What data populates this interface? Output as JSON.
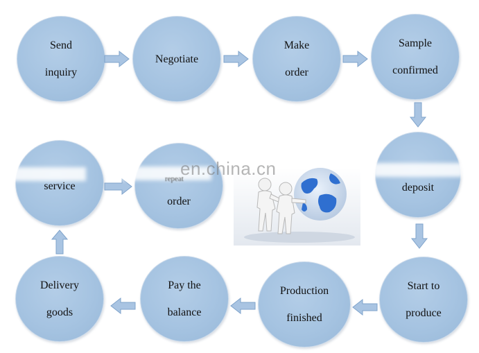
{
  "nodes": {
    "send_inquiry": {
      "line1": "Send",
      "line2": "inquiry"
    },
    "negotiate": {
      "line1": "Negotiate"
    },
    "make_order": {
      "line1": "Make",
      "line2": "order"
    },
    "sample_confirmed": {
      "line1": "Sample",
      "line2": "confirmed"
    },
    "deposit": {
      "line1": "deposit"
    },
    "start_to_produce": {
      "line1": "Start to",
      "line2": "produce"
    },
    "production_finished": {
      "line1": "Production",
      "line2": "finished"
    },
    "pay_the_balance": {
      "line1": "Pay the",
      "line2": "balance"
    },
    "delivery_goods": {
      "line1": "Delivery",
      "line2": "goods"
    },
    "service": {
      "line1": "service"
    },
    "repeat_order": {
      "line1": "order",
      "partial": "repeat"
    }
  },
  "watermark": "en.china.cn",
  "colors": {
    "node_fill": "#a5c3e1",
    "arrow_fill": "#a9c4e2",
    "arrow_stroke": "#7fa3cb",
    "globe": "#2f6fd0"
  }
}
